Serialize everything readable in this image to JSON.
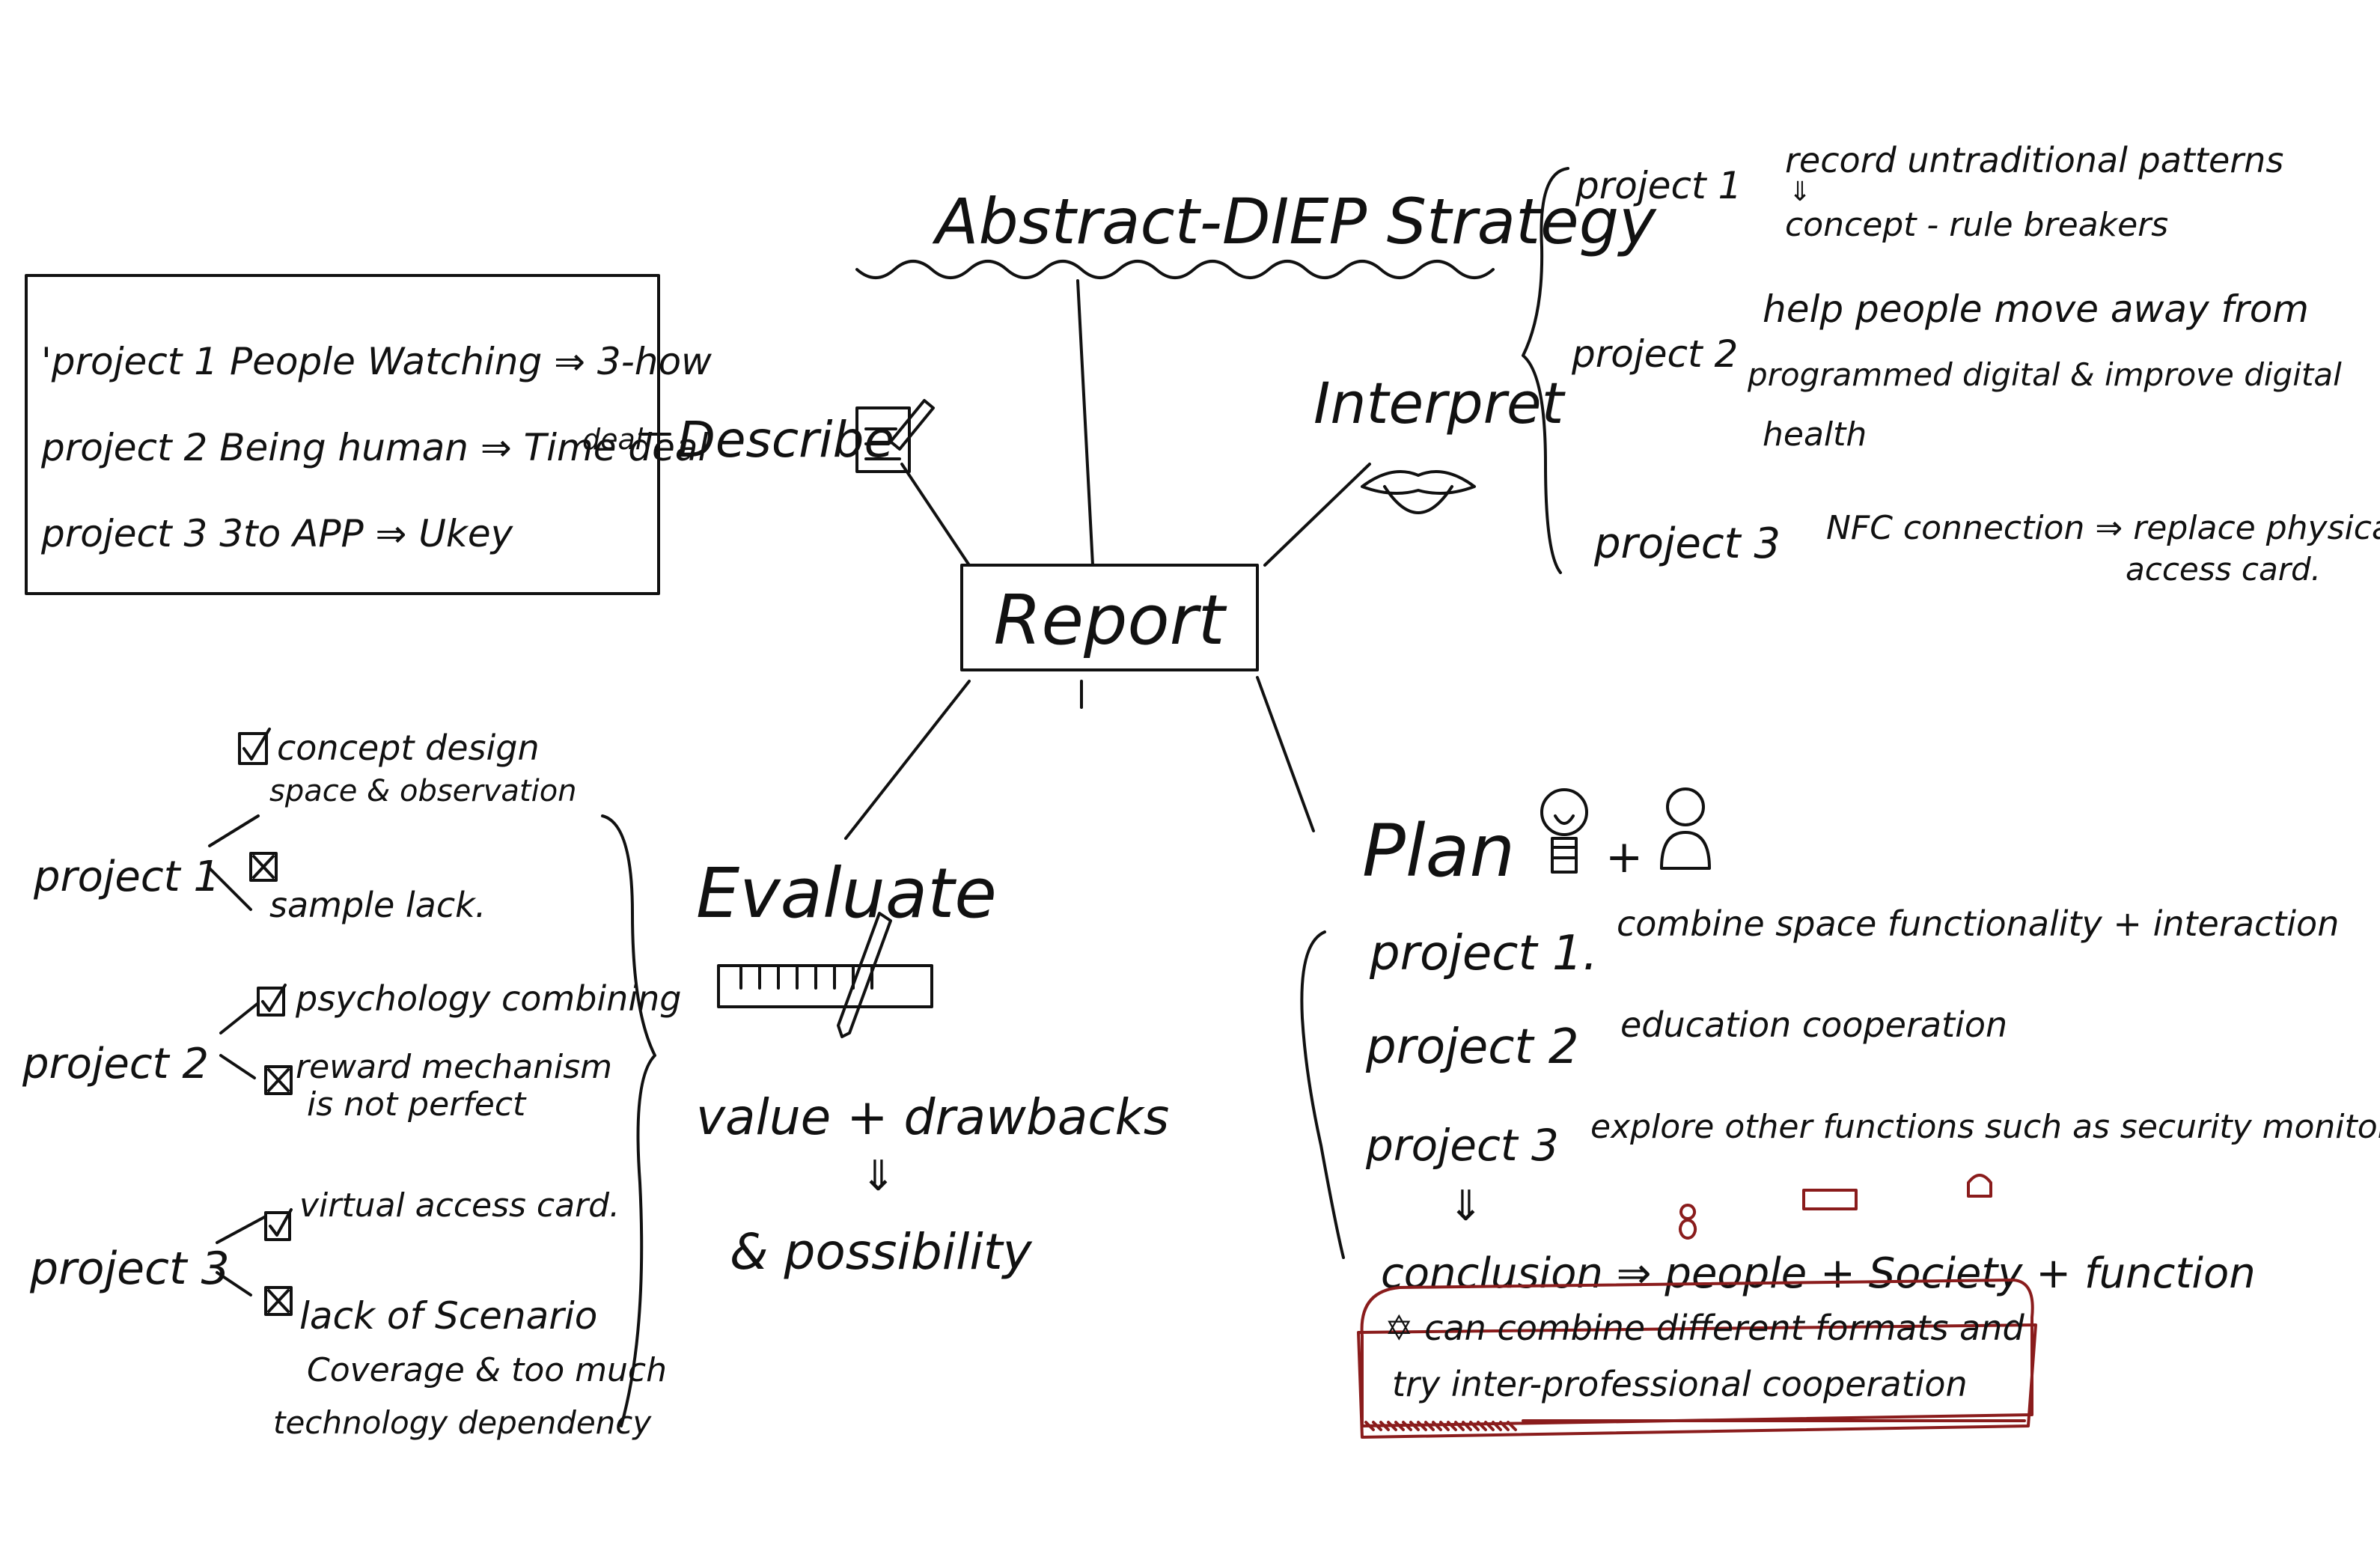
{
  "title": "Abstract-DIEP Strategy",
  "center": "Report",
  "describe": {
    "label": "Describe",
    "icon": "notepad-pencil-icon",
    "lines": [
      "'project 1  People Watching ⇒ 3-how",
      "project 2  Being human ⇒ Time deal",
      "project 3  3to APP ⇒ Ukey"
    ],
    "deal_suffix": "deal"
  },
  "interpret": {
    "label": "Interpret",
    "icon": "lips-icon",
    "items": [
      {
        "project": "project 1",
        "lines": [
          "record untraditional patterns",
          "⇓",
          "concept - rule breakers"
        ]
      },
      {
        "project": "project 2",
        "lines": [
          "help people move away from",
          "programmed digital & improve digital",
          "health"
        ]
      },
      {
        "project": "project 3",
        "lines": [
          "NFC connection ⇒ replace physical",
          "access card."
        ]
      }
    ]
  },
  "evaluate": {
    "label": "Evaluate",
    "icon": "ruler-pencil-icon",
    "value_line": "value + drawbacks",
    "arrow": "⇓",
    "possibility_line": "& possibility",
    "items": [
      {
        "project": "project 1",
        "good": [
          "concept design",
          "space & observation"
        ],
        "bad": [
          "sample lack."
        ]
      },
      {
        "project": "project 2",
        "good": [
          "psychology combining"
        ],
        "bad": [
          "reward mechanism",
          "is not perfect"
        ]
      },
      {
        "project": "project 3",
        "good": [
          "virtual access card."
        ],
        "bad": [
          "lack of Scenario",
          "Coverage & too much",
          "technology dependency"
        ]
      }
    ]
  },
  "plan": {
    "label": "Plan",
    "icons": [
      "lightbulb-icon",
      "person-icon"
    ],
    "plus": "+",
    "items": [
      {
        "project": "project 1.",
        "text": "combine space functionality + interaction"
      },
      {
        "project": "project 2",
        "text": "education cooperation"
      },
      {
        "project": "project 3",
        "text": "explore other functions  such as security monitor"
      }
    ],
    "arrow": "⇓",
    "conclusion": "conclusion ⇒ people + Society + function",
    "highlight_lines": [
      "✡ can combine different formats and",
      "try inter-professional cooperation"
    ],
    "highlight_color": "#8a1c1c"
  }
}
